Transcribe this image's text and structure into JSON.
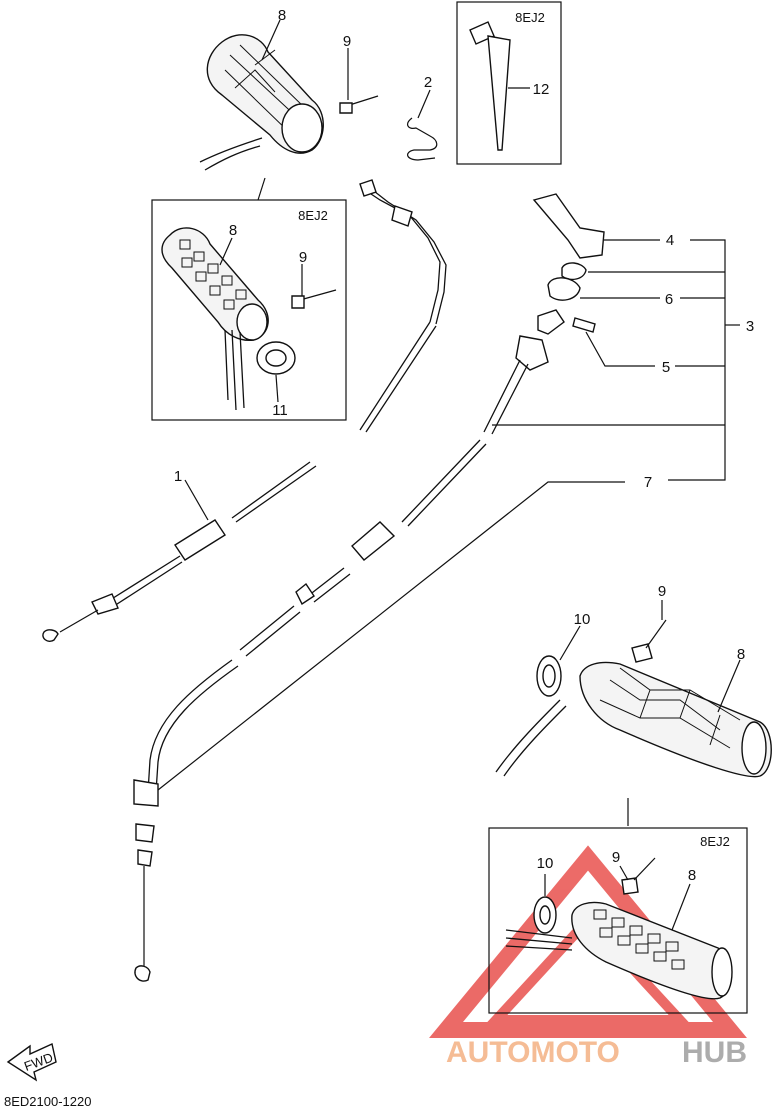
{
  "callouts": {
    "c1": "1",
    "c2": "2",
    "c3": "3",
    "c4": "4",
    "c5": "5",
    "c6": "6",
    "c7": "7",
    "c8a": "8",
    "c8b": "8",
    "c8c": "8",
    "c8d": "8",
    "c9a": "9",
    "c9b": "9",
    "c9c": "9",
    "c9d": "9",
    "c10a": "10",
    "c10b": "10",
    "c11": "11",
    "c12": "12"
  },
  "variant_labels": {
    "top": "8EJ2",
    "left": "8EJ2",
    "bottom": "8EJ2"
  },
  "fwd_label": "FWD",
  "diagram_code": "8ED2100-1220",
  "watermark": {
    "part1": "AUTOMOTO",
    "part2": "HUB",
    "color1": "#f4b183",
    "color2": "#9e9e9e",
    "triangle_color": "#e53935"
  }
}
